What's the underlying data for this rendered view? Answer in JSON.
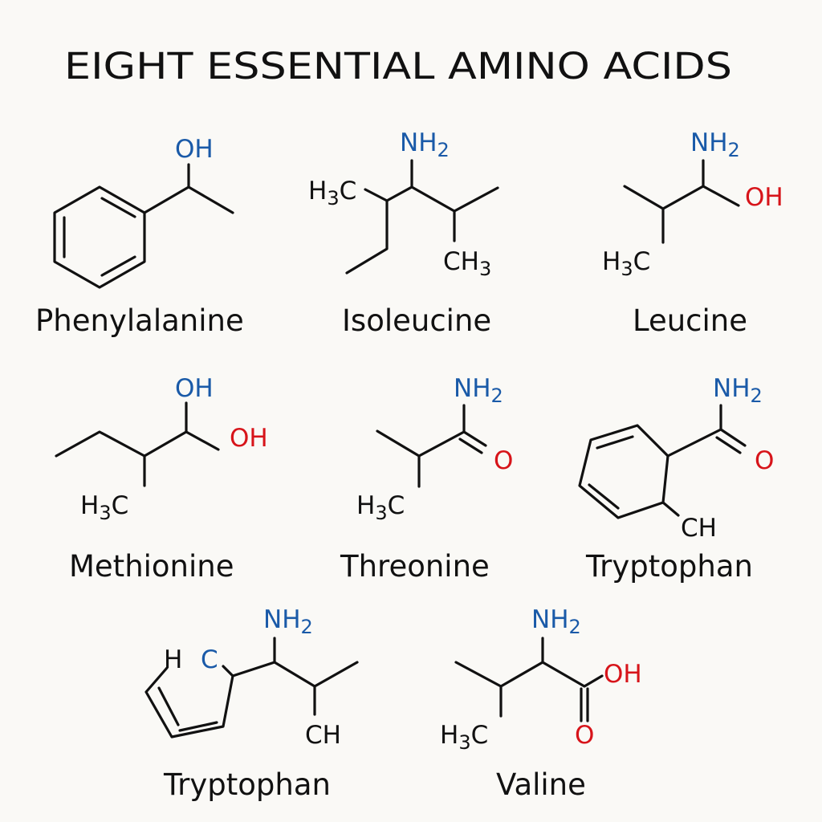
{
  "title": "EIGHT ESSENTIAL AMINO ACIDS",
  "colors": {
    "black": "#111111",
    "blue": "#1a5aa8",
    "red": "#d7141a",
    "background": "#faf9f6"
  },
  "molecules": [
    {
      "name": "Phenylalanine",
      "labels": {
        "oh": "OH"
      }
    },
    {
      "name": "Isoleucine",
      "labels": {
        "nh2": "NH2",
        "h3c": "H3C",
        "ch3": "CH3"
      }
    },
    {
      "name": "Leucine",
      "labels": {
        "nh2": "NH2",
        "oh": "OH",
        "h3c": "H3C"
      }
    },
    {
      "name": "Methionine",
      "labels": {
        "oh_top": "OH",
        "oh_right": "OH",
        "h3c": "H3C"
      }
    },
    {
      "name": "Threonine",
      "labels": {
        "nh2": "NH2",
        "o": "O",
        "h3c": "H3C"
      }
    },
    {
      "name": "Tryptophan",
      "labels": {
        "nh2": "NH2",
        "o": "O",
        "ch": "CH"
      }
    },
    {
      "name": "Tryptophan",
      "labels": {
        "h": "H",
        "c": "C",
        "nh2": "NH2",
        "ch": "CH"
      }
    },
    {
      "name": "Valine",
      "labels": {
        "nh2": "NH2",
        "oh": "OH",
        "h3c": "H3C",
        "o": "O"
      }
    }
  ]
}
